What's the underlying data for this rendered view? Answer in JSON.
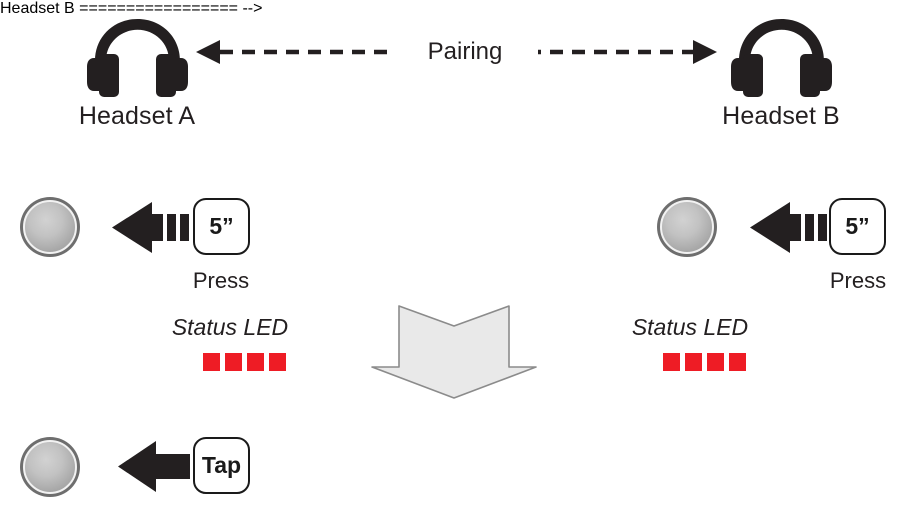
{
  "diagram": {
    "title": "Headset pairing instruction diagram",
    "background_color": "#ffffff",
    "link": {
      "label": "Pairing",
      "style": "dashed",
      "direction": "bidirectional",
      "line_color": "#231f20"
    },
    "devices": [
      {
        "id": "headset-a",
        "label": "Headset A",
        "icon": "headphones-icon",
        "side": "left"
      },
      {
        "id": "headset-b",
        "label": "Headset B",
        "icon": "headphones-icon",
        "side": "right"
      }
    ],
    "steps": [
      {
        "id": "step-press-left",
        "side": "left",
        "button_icon": "round-button-icon",
        "arrow": "left-arrow-dashed-icon",
        "key_label": "5”",
        "action_label": "Press",
        "status": {
          "label": "Status LED",
          "led_color": "#ee1c25",
          "led_count": 4,
          "leds": [
            "on",
            "on",
            "on",
            "on"
          ]
        }
      },
      {
        "id": "step-press-right",
        "side": "right",
        "button_icon": "round-button-icon",
        "arrow": "left-arrow-dashed-icon",
        "key_label": "5”",
        "action_label": "Press",
        "status": {
          "label": "Status LED",
          "led_color": "#ee1c25",
          "led_count": 4,
          "leds": [
            "on",
            "on",
            "on",
            "on"
          ]
        }
      },
      {
        "id": "step-tap-left",
        "side": "left",
        "button_icon": "round-button-icon",
        "arrow": "left-arrow-solid-icon",
        "key_label": "Tap",
        "action_label": ""
      }
    ],
    "flow_arrow": {
      "icon": "down-chevron-arrow-icon",
      "fill_color": "#e9e9e9",
      "stroke_color": "#8b8b8b"
    }
  }
}
